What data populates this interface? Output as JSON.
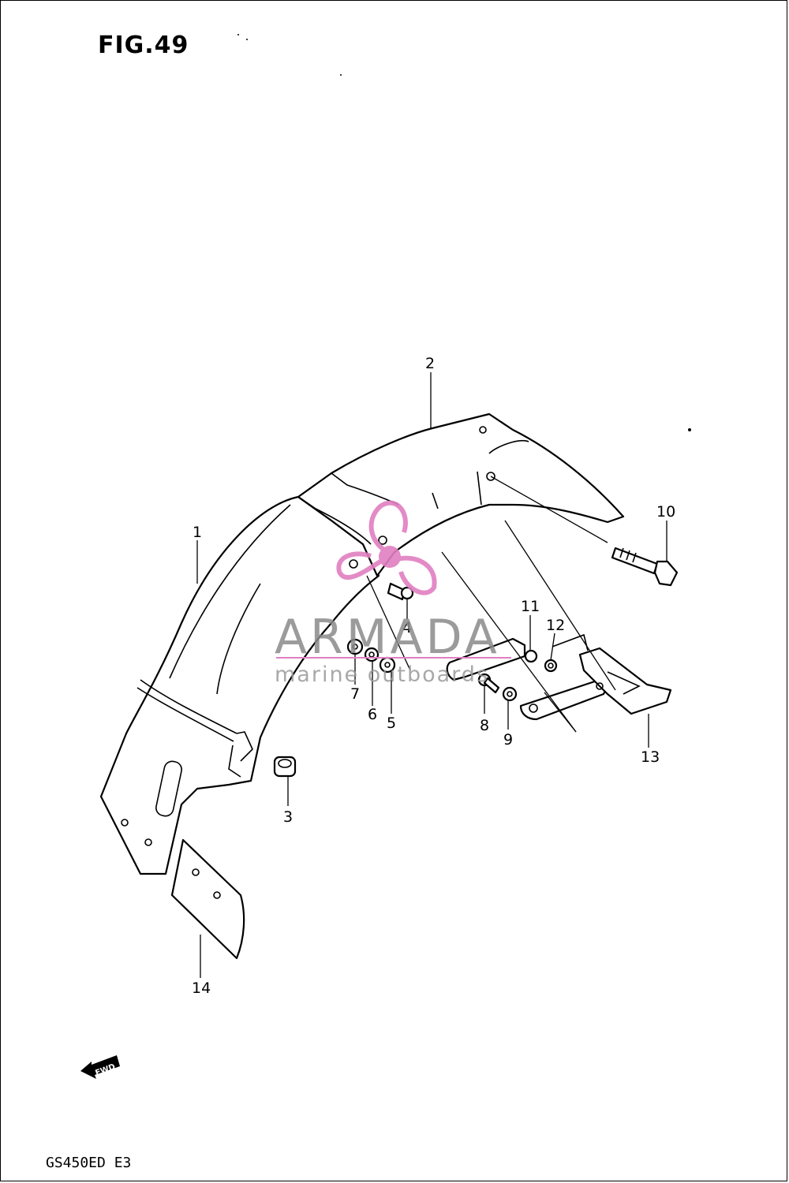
{
  "figure": {
    "title": "FIG.49"
  },
  "model": {
    "code": "GS450ED  E3"
  },
  "watermark": {
    "name": "ARMADA",
    "subtitle": "marine outboards",
    "logo_color": "#e07fc0"
  },
  "direction": {
    "label": "FWD"
  },
  "callouts": [
    {
      "id": "1",
      "label": "1"
    },
    {
      "id": "2",
      "label": "2"
    },
    {
      "id": "3",
      "label": "3"
    },
    {
      "id": "4",
      "label": "4"
    },
    {
      "id": "5",
      "label": "5"
    },
    {
      "id": "6",
      "label": "6"
    },
    {
      "id": "7",
      "label": "7"
    },
    {
      "id": "8",
      "label": "8"
    },
    {
      "id": "9",
      "label": "9"
    },
    {
      "id": "10",
      "label": "10"
    },
    {
      "id": "11",
      "label": "11"
    },
    {
      "id": "12",
      "label": "12"
    },
    {
      "id": "13",
      "label": "13"
    },
    {
      "id": "14",
      "label": "14"
    }
  ]
}
